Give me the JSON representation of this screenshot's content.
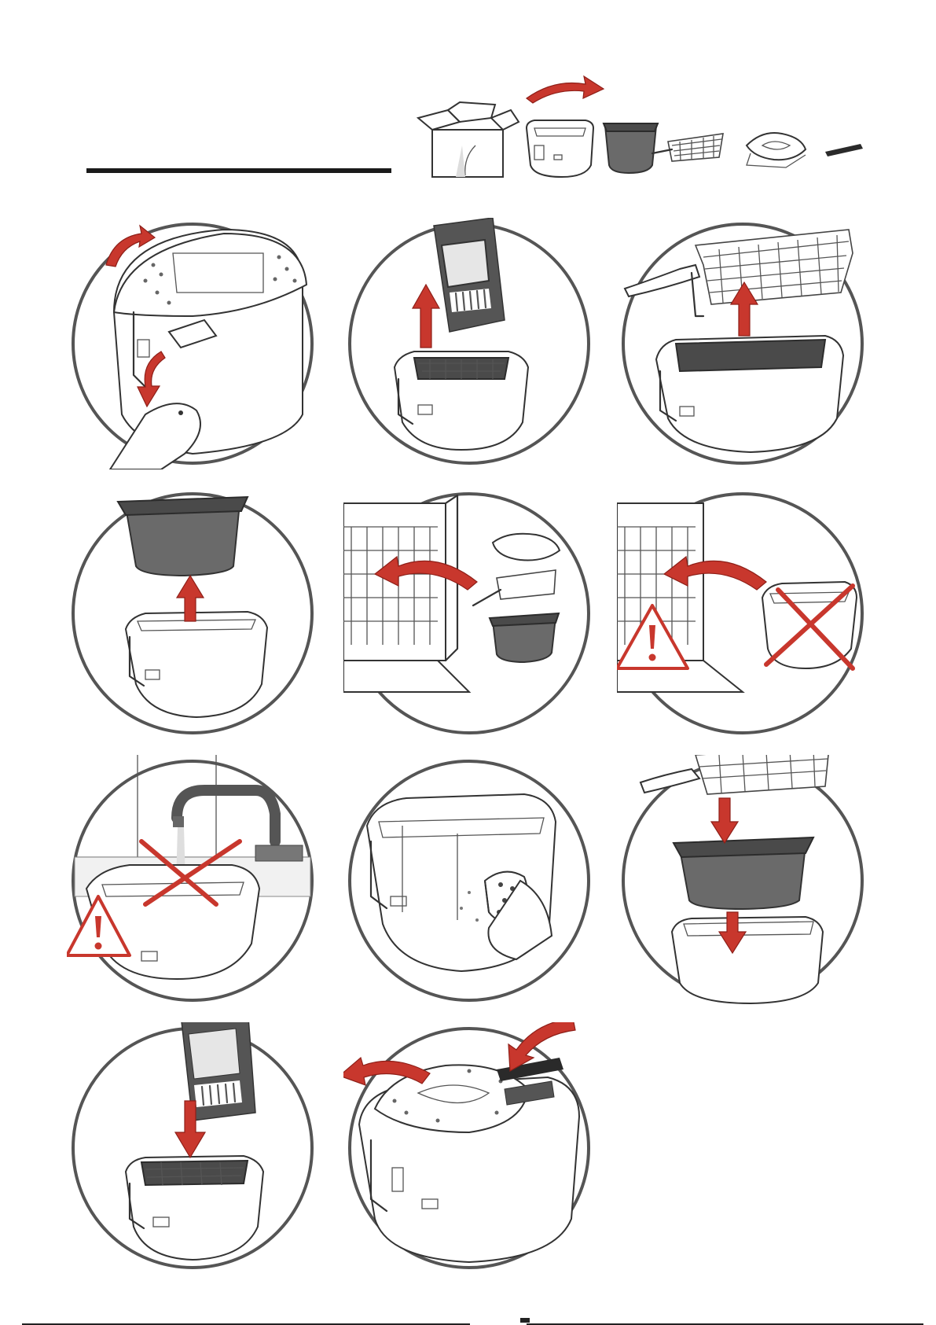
{
  "accent_color": "#c8372d",
  "outline_color": "#555555",
  "contents_row": {
    "items": [
      "box-icon",
      "fryer-body-icon",
      "oil-bowl-icon",
      "frying-basket-icon",
      "lid-icon",
      "filter-icon"
    ]
  },
  "steps": [
    {
      "scene": "open-lid-release-button"
    },
    {
      "scene": "lift-lid"
    },
    {
      "scene": "remove-basket"
    },
    {
      "scene": "remove-bowl"
    },
    {
      "scene": "dishwasher-parts"
    },
    {
      "scene": "no-dishwasher-body"
    },
    {
      "scene": "no-water-body"
    },
    {
      "scene": "wipe-body-sponge"
    },
    {
      "scene": "reassemble-bowl-basket"
    },
    {
      "scene": "insert-basket-close-lid"
    },
    {
      "scene": "replace-filter"
    }
  ]
}
